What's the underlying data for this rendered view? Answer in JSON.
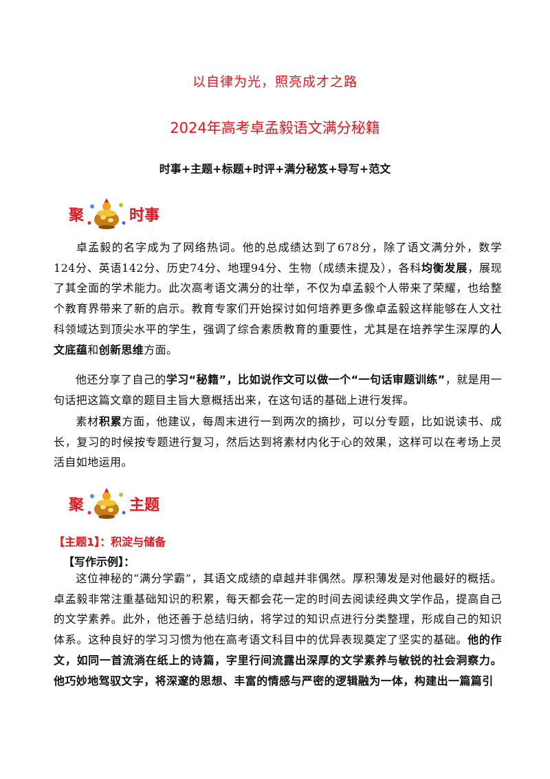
{
  "header": {
    "slogan": "以自律为光，照亮成才之路",
    "title": "2024年高考卓孟毅语文满分秘籍",
    "subtitle": "时事+主题+标题+时评+满分秘笈+导写+范文"
  },
  "section1": {
    "char1": "聚",
    "char2": "时事",
    "p1": {
      "a": "卓孟毅的名字成为了网络热词。他的总成绩达到了678分，除了语文满分外，数学124分、英语142分、历史74分、地理94分、生物（成绩未提及），各科",
      "b1": "均衡发展",
      "c": "，展现了其全面的学术能力。此次高考语文满分的壮举，不仅为卓孟毅个人带来了荣耀，也给整个教育界带来了新的启示。教育专家们开始探讨如何培养更多像卓孟毅这样能够在人文社科领域达到顶尖水平的学生，强调了综合素质教育的重要性，尤其是在培养学生深厚的",
      "b2": "人文底蕴",
      "d": "和",
      "b3": "创新思维",
      "e": "方面。"
    },
    "p2": {
      "a": "他还分享了自己的",
      "b": "学习“秘籍”，比如说作文可以做一个“一句话审题训练”",
      "c": "，就是用一句话把这篇文章的题目主旨大意概括出来，在这句话的基础上进行发挥。"
    },
    "p3": {
      "a": "素材",
      "b": "积累",
      "c": "方面，他建议，每周末进行一到两次的摘抄，可以分专题，比如说读书、成长，复习的时候按专题进行复习，然后达到将素材内化于心的效果，这样可以在考场上灵活自如地运用。"
    }
  },
  "section2": {
    "char1": "聚",
    "char2": "主题",
    "theme_label": "【主题1】",
    "theme_text": "：积淀与储备",
    "example_label": "【写作示例】：",
    "p1": {
      "a": "这位神秘的“满分学霸”，其语文成绩的卓越并非偶然。厚积薄发是对他最好的概括。卓孟毅非常注重基础知识的积累，每天都会花一定的时间去阅读经典文学作品，提高自己的文学素养。此外，他还善于总结归纳，将学过的知识点进行分类整理，形成自己的知识体系。这种良好的学习习惯为他在高考语文科目中的优异表现奠定了坚实的基础。",
      "b": "他的作文，如同一首流淌在纸上的诗篇，字里行间流露出深厚的文学素养与敏锐的社会洞察力。他巧妙地驾驭文字，将深邃的思想、丰富的情感与严密的逻辑融为一体，构建出一篇篇引"
    }
  },
  "colors": {
    "accent": "#e8141b"
  },
  "icons": [
    "gold-pot-icon"
  ]
}
